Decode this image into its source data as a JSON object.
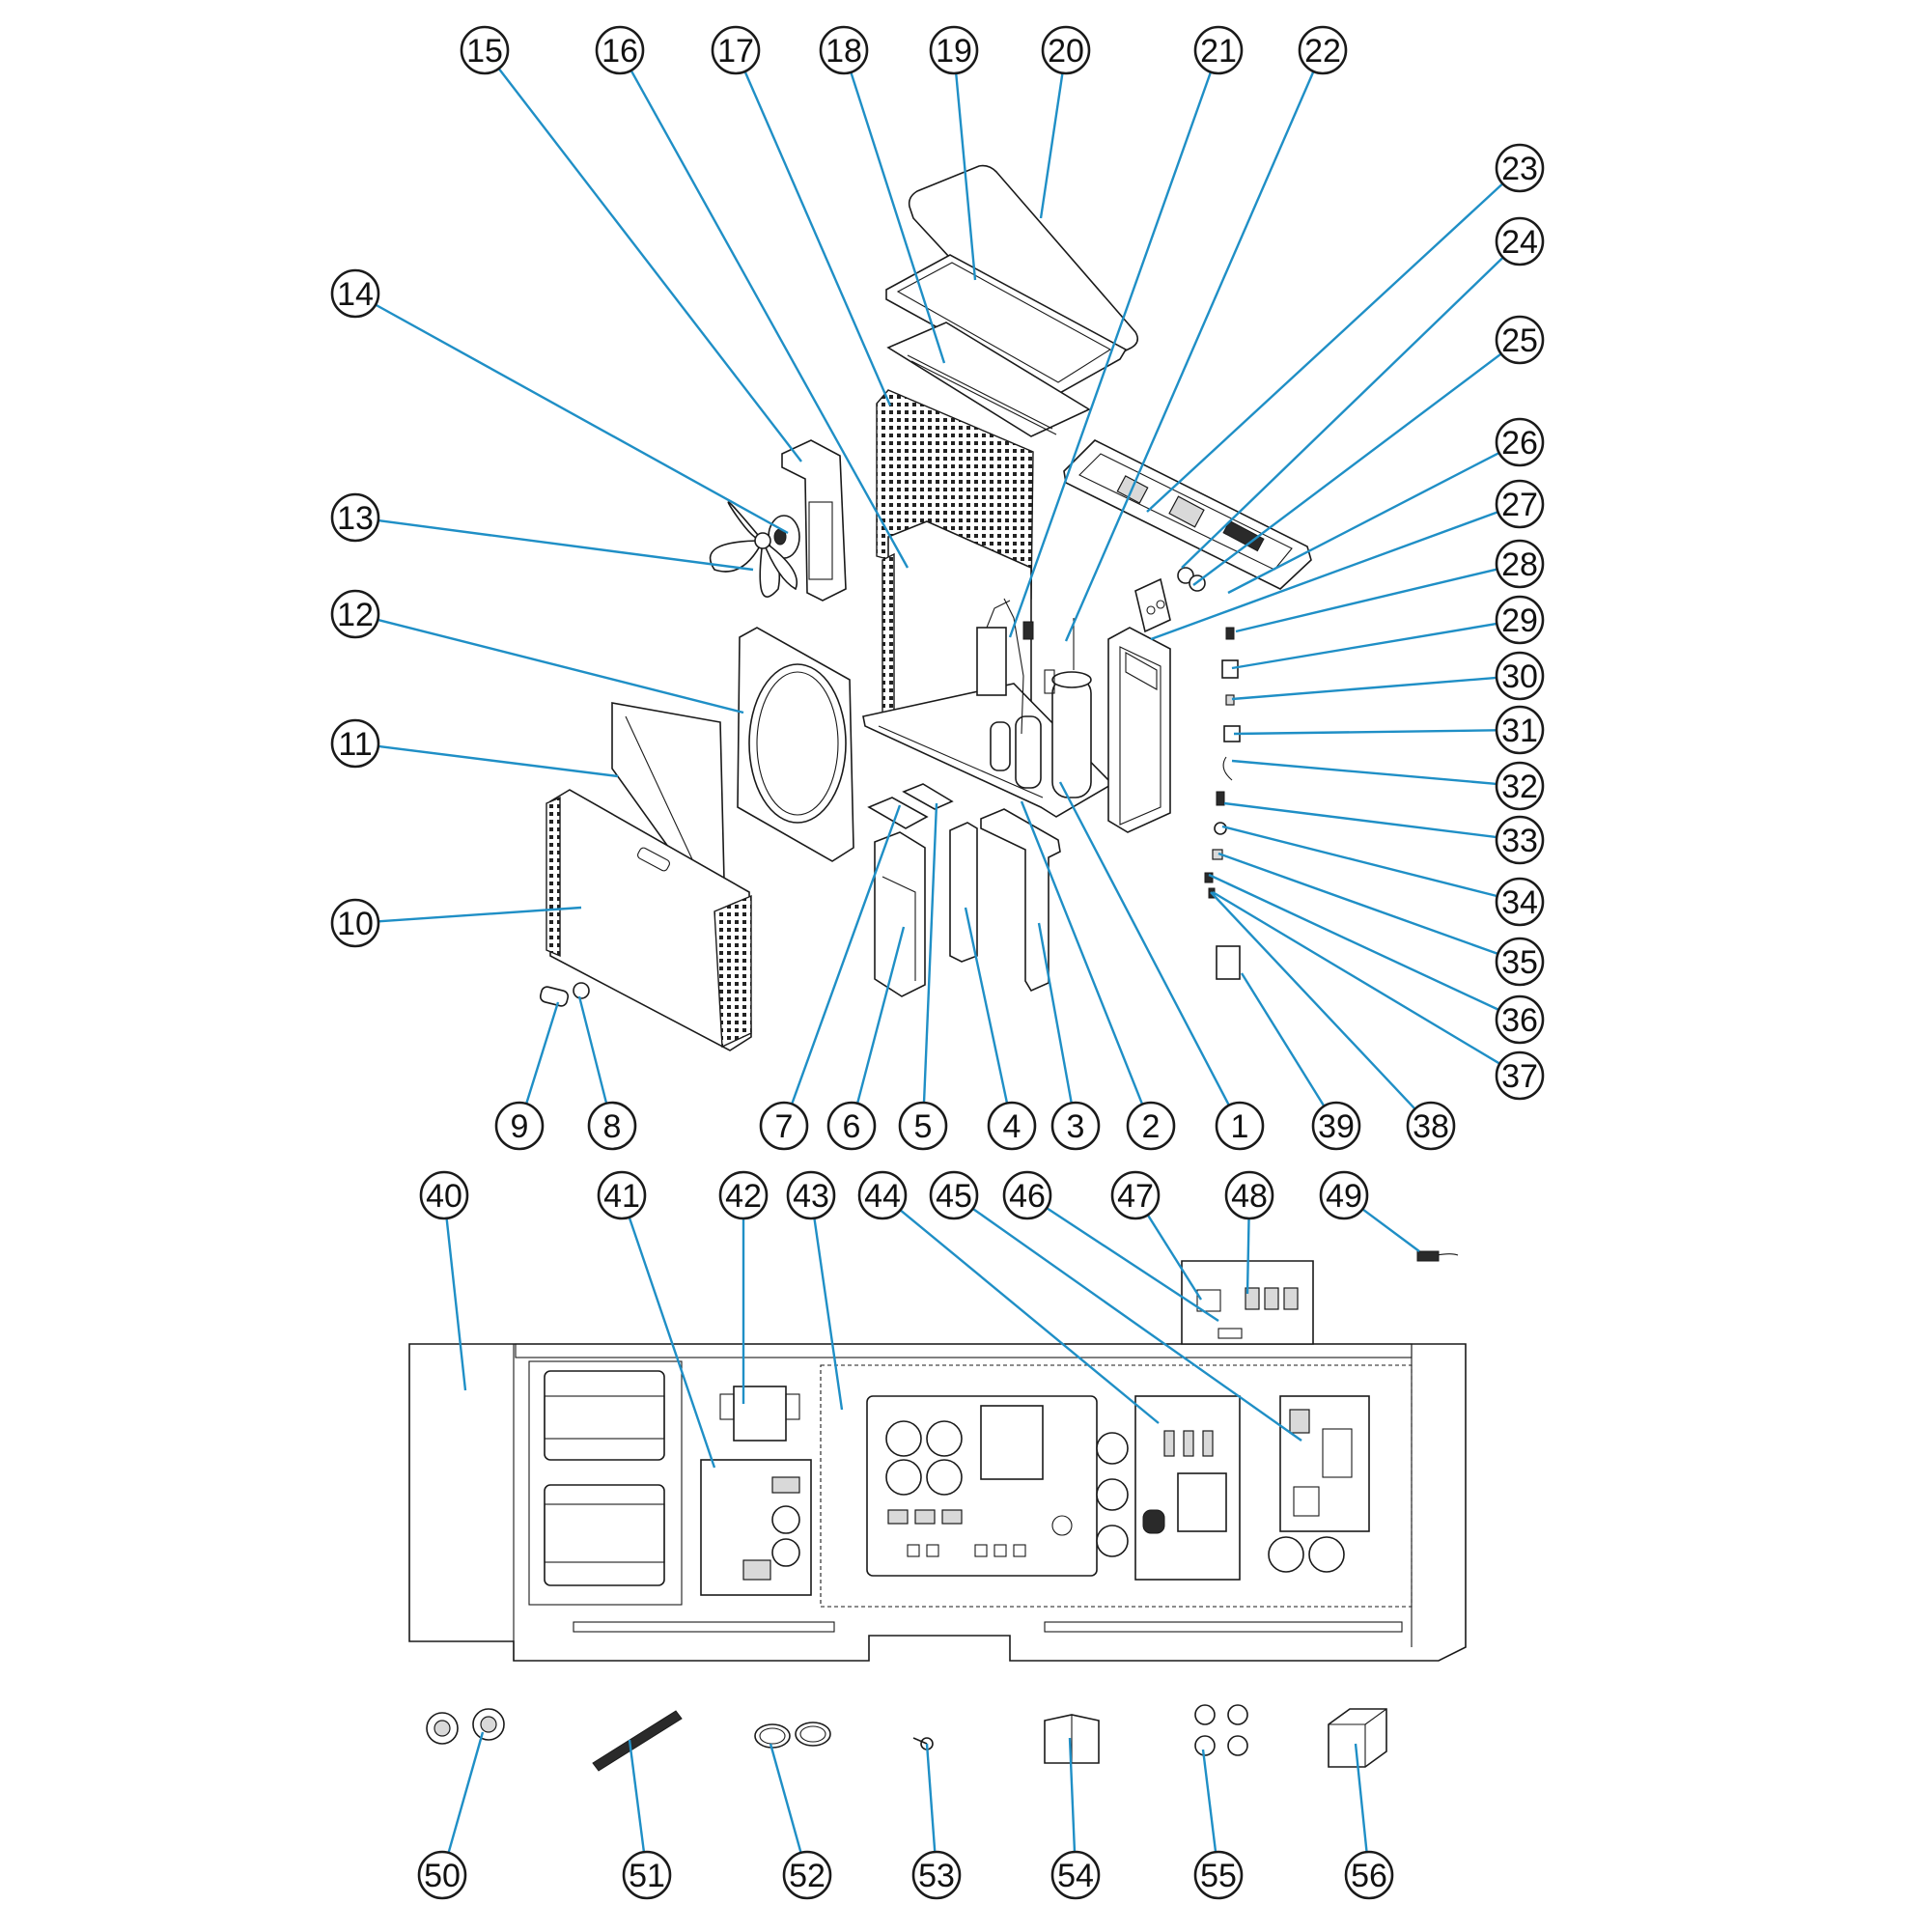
{
  "colors": {
    "leader": "#1f8fc6",
    "outline": "#1a1a1a",
    "background": "#ffffff"
  },
  "callouts": [
    {
      "label": "15"
    },
    {
      "label": "16"
    },
    {
      "label": "17"
    },
    {
      "label": "18"
    },
    {
      "label": "19"
    },
    {
      "label": "20"
    },
    {
      "label": "21"
    },
    {
      "label": "22"
    },
    {
      "label": "23"
    },
    {
      "label": "24"
    },
    {
      "label": "25"
    },
    {
      "label": "26"
    },
    {
      "label": "27"
    },
    {
      "label": "28"
    },
    {
      "label": "29"
    },
    {
      "label": "30"
    },
    {
      "label": "31"
    },
    {
      "label": "32"
    },
    {
      "label": "33"
    },
    {
      "label": "34"
    },
    {
      "label": "35"
    },
    {
      "label": "36"
    },
    {
      "label": "37"
    },
    {
      "label": "14"
    },
    {
      "label": "13"
    },
    {
      "label": "12"
    },
    {
      "label": "11"
    },
    {
      "label": "10"
    },
    {
      "label": "9"
    },
    {
      "label": "8"
    },
    {
      "label": "7"
    },
    {
      "label": "6"
    },
    {
      "label": "5"
    },
    {
      "label": "4"
    },
    {
      "label": "3"
    },
    {
      "label": "2"
    },
    {
      "label": "1"
    },
    {
      "label": "39"
    },
    {
      "label": "38"
    },
    {
      "label": "40"
    },
    {
      "label": "41"
    },
    {
      "label": "42"
    },
    {
      "label": "43"
    },
    {
      "label": "44"
    },
    {
      "label": "45"
    },
    {
      "label": "46"
    },
    {
      "label": "47"
    },
    {
      "label": "48"
    },
    {
      "label": "49"
    },
    {
      "label": "50"
    },
    {
      "label": "51"
    },
    {
      "label": "52"
    },
    {
      "label": "53"
    },
    {
      "label": "54"
    },
    {
      "label": "55"
    },
    {
      "label": "56"
    }
  ]
}
